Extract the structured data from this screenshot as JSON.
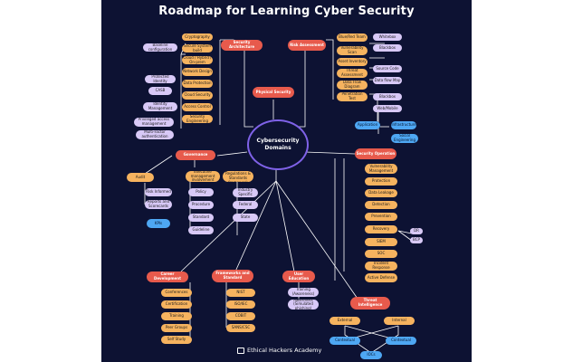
{
  "title": "Roadmap for Learning Cyber Security",
  "center": "Cybersecurity Domains",
  "footer": "Ethical Hackers Academy",
  "security_architecture": {
    "label": "Security Architecture",
    "items": [
      "Cryptography",
      "Secure System build",
      "Cloud / Hybrid / On-prem",
      "Network Design",
      "Data Protection",
      "Cloud Security",
      "Access Control",
      "Security Engineering"
    ],
    "left_items": [
      "Baseline configuration",
      "Protected Identity",
      "CASB",
      "Identity Management",
      "Privileged access management",
      "Multi-Factor authentication"
    ]
  },
  "risk_assessment": {
    "label": "Risk Assessment",
    "items": [
      "Blue/Red Team",
      "Vulnerability Scan",
      "Asset Inventory",
      "Threat Assessment",
      "Data Flow Diagram",
      "Penetration Test"
    ],
    "right_items": [
      "Whitebox",
      "Blackbox",
      "Source Code",
      "Data flow Map"
    ],
    "extra": [
      "Blackbox",
      "Web/Mobile"
    ],
    "blue_items": [
      "Application",
      "Infrastructure",
      "Social Engineering"
    ]
  },
  "physical_security": {
    "label": "Physical Security"
  },
  "governance": {
    "label": "Governance",
    "audit": "Audit",
    "left_items": [
      "Risk Informed",
      "Reports and Scorecards"
    ],
    "kpis": "KPIs",
    "col_a_header": "Executive management involvement",
    "col_b_header": "Laws and Regulations & Standards framework",
    "col_c_header": "Industry Specific",
    "col_b_items": [
      "Policy",
      "Procedure",
      "Standard",
      "Guideline"
    ],
    "col_c_items": [
      "Federal",
      "State"
    ]
  },
  "security_operation": {
    "label": "Security Operation",
    "items": [
      "Vulnerability Management",
      "Protection",
      "Data Leakage",
      "Detection",
      "Prevention",
      "Recovery",
      "SIEM",
      "SOC",
      "Incident Response",
      "Active Defense"
    ],
    "side": [
      "DR",
      "BCP"
    ]
  },
  "career_development": {
    "label": "Career Development",
    "items": [
      "Conferences",
      "Certification",
      "Training",
      "Peer Groups",
      "Self Study"
    ]
  },
  "frameworks": {
    "label": "Frameworks and Standard",
    "items": [
      "NIST",
      "ISO/IEC",
      "COBIT",
      "SANS/CSC"
    ]
  },
  "user_education": {
    "label": "User Education",
    "items": [
      "Training (Awareness)",
      "Awareness (Simulated phishing)"
    ]
  },
  "threat_intelligence": {
    "label": "Threat Intelligence",
    "external": "External",
    "internal": "Internal",
    "blue": [
      "Contextual",
      "Contextual",
      "IOCs"
    ]
  }
}
